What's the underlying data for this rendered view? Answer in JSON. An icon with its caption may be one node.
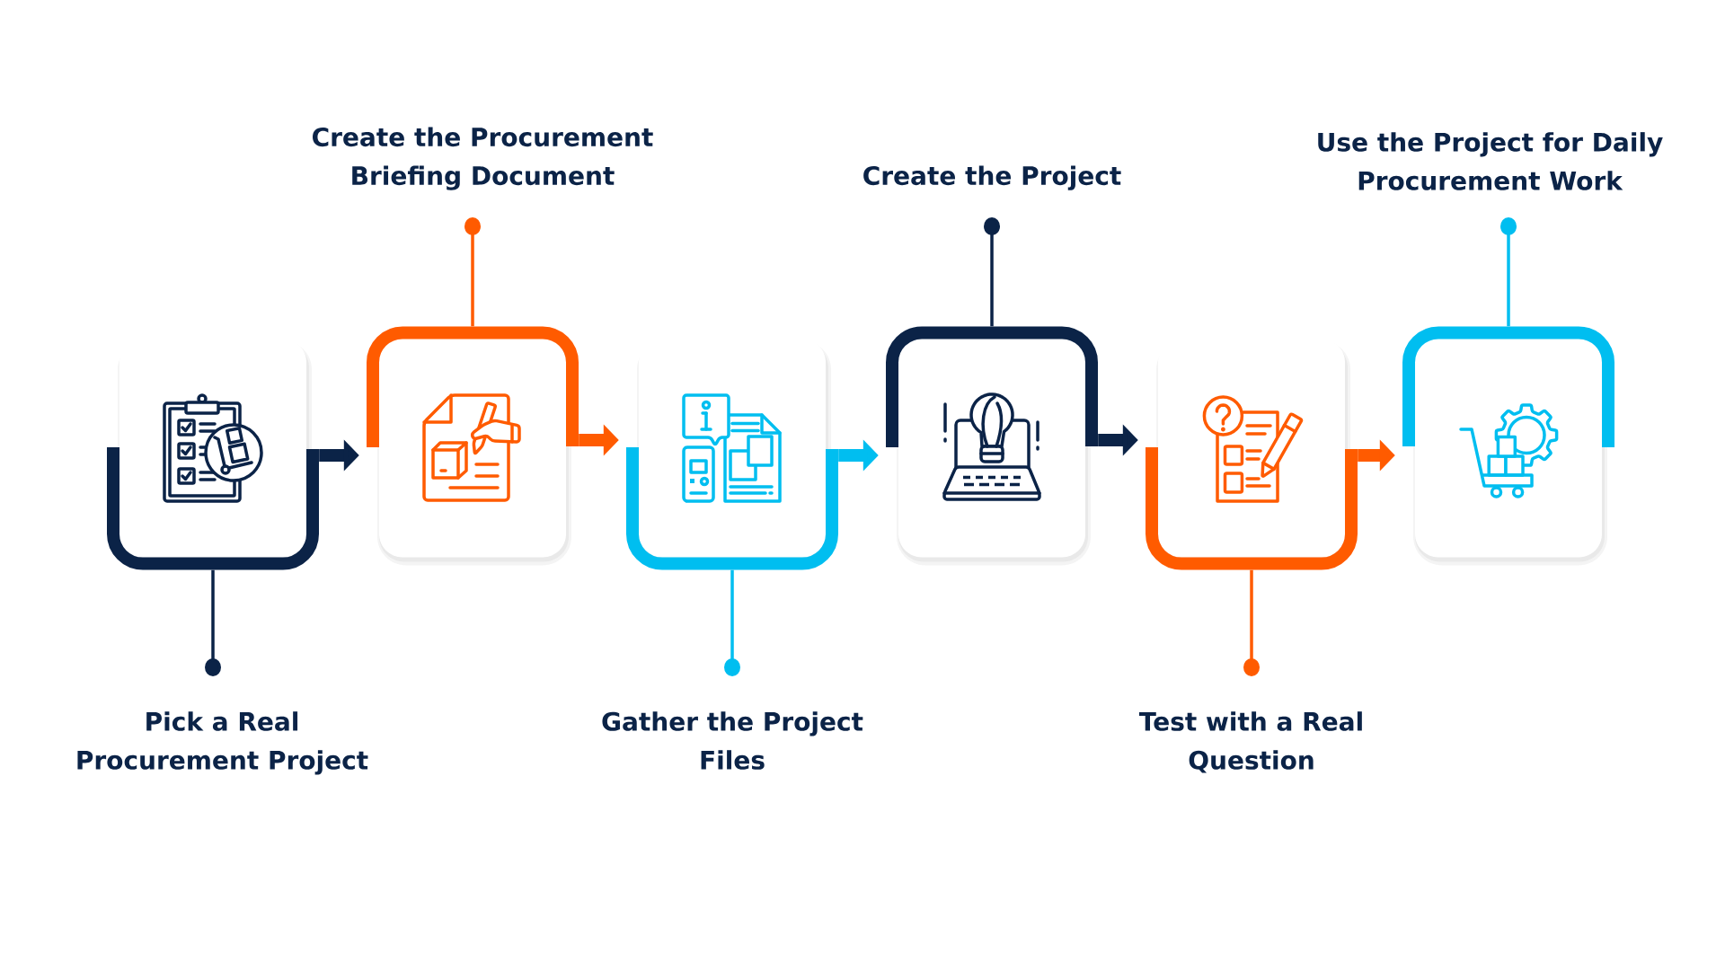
{
  "diagram": {
    "nodes": [
      {
        "text": [],
        "shape": "box"
      },
      {
        "text": [
          "Pick a Real Procurement Project"
        ]
      },
      {
        "text": [],
        "shape": "box"
      },
      {
        "text": [
          "Create the Procurement Briefing Document"
        ]
      },
      {
        "text": [],
        "shape": "box"
      },
      {
        "text": [
          "Gather the Project Files"
        ]
      },
      {
        "text": [],
        "shape": "box"
      },
      {
        "text": [
          "Create the Project"
        ]
      },
      {
        "text": [],
        "shape": "box"
      },
      {
        "text": [
          "Test with a Real Question"
        ]
      },
      {
        "text": [],
        "shape": "box"
      },
      {
        "text": [
          "Use the Project for Daily Procurement Work"
        ]
      }
    ],
    "edges": [
      {
        "from": 0,
        "to": 2,
        "arrow": "to",
        "style": "thick",
        "color": "#0b2347"
      },
      {
        "from": 2,
        "to": 4,
        "arrow": "to",
        "style": "thick",
        "color": "#ff5b00"
      },
      {
        "from": 4,
        "to": 6,
        "arrow": "to",
        "style": "thick",
        "color": "#00bef0"
      },
      {
        "from": 6,
        "to": 8,
        "arrow": "to",
        "style": "thick",
        "color": "#0b2347"
      },
      {
        "from": 8,
        "to": 10,
        "arrow": "to",
        "style": "thick",
        "color": "#ff5b00"
      },
      {
        "from": 1,
        "to": 0,
        "arrow": "other",
        "color": "#0b2347"
      },
      {
        "from": 3,
        "to": 2,
        "arrow": "other",
        "color": "#ff5b00"
      },
      {
        "from": 5,
        "to": 4,
        "arrow": "other",
        "color": "#00bef0"
      },
      {
        "from": 7,
        "to": 6,
        "arrow": "other",
        "color": "#0b2347"
      },
      {
        "from": 9,
        "to": 8,
        "arrow": "other",
        "color": "#ff5b00"
      },
      {
        "from": 11,
        "to": 10,
        "arrow": "other",
        "color": "#00bef0"
      }
    ]
  }
}
